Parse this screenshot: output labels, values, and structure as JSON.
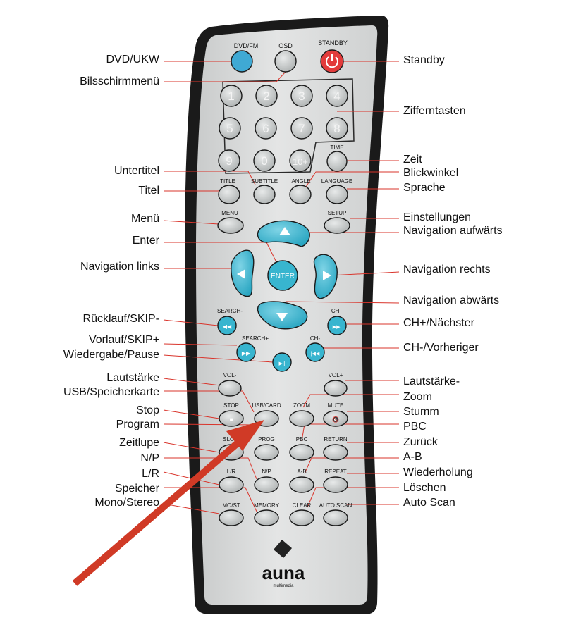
{
  "remote": {
    "brand": "auna",
    "brand_sub": "multimedia",
    "top_labels": {
      "dvd_fm": "DVD/FM",
      "osd": "OSD",
      "standby": "STANDBY"
    },
    "numbers": [
      "1",
      "2",
      "3",
      "4",
      "5",
      "6",
      "7",
      "8",
      "9",
      "0",
      "10+"
    ],
    "button_labels": {
      "time": "TIME",
      "title": "TITLE",
      "subtitle": "SUBTITLE",
      "angle": "ANGLE",
      "language": "LANGUAGE",
      "menu": "MENU",
      "setup": "SETUP",
      "enter": "ENTER",
      "search_minus": "SEARCH-",
      "ch_plus": "CH+",
      "search_plus": "SEARCH+",
      "ch_minus": "CH-",
      "vol_minus": "VOL-",
      "vol_plus": "VOL+",
      "stop": "STOP",
      "usb_card": "USB/CARD",
      "zoom": "ZOOM",
      "mute": "MUTE",
      "slow": "SLOW",
      "prog": "PROG",
      "pbc": "PBC",
      "return": "RETURN",
      "lr": "L/R",
      "np": "N/P",
      "ab": "A-B",
      "repeat": "REPEAT",
      "most": "MO/ST",
      "memory": "MEMORY",
      "clear": "CLEAR",
      "autoscan": "AUTO SCAN"
    }
  },
  "callouts_left": [
    "DVD/UKW",
    "Bilsschirmmenü",
    "Untertitel",
    "Titel",
    "Menü",
    "Enter",
    "Navigation links",
    "Rücklauf/SKIP-",
    "Vorlauf/SKIP+",
    "Wiedergabe/Pause",
    "Lautstärke",
    "USB/Speicherkarte",
    "Stop",
    "Program",
    "Zeitlupe",
    "N/P",
    "L/R",
    "Speicher",
    "Mono/Stereo"
  ],
  "callouts_right": [
    "Standby",
    "Zifferntasten",
    "Zeit",
    "Blickwinkel",
    "Sprache",
    "Einstellungen",
    "Navigation aufwärts",
    "Navigation rechts",
    "Navigation abwärts",
    "CH+/Nächster",
    "CH-/Vorheriger",
    "Lautstärke-",
    "Zoom",
    "Stumm",
    "PBC",
    "Zurück",
    "A-B",
    "Wiederholung",
    "Löschen",
    "Auto Scan"
  ],
  "colors": {
    "remote_body": "#d8dada",
    "remote_frame": "#1a1a1a",
    "nav_buttons": "#38b5cf",
    "standby_button": "#e23b3b",
    "dvd_button": "#3fa9d4",
    "callout_line": "#d9342b",
    "arrow": "#d03a26",
    "button_grey": "#bcc0c0"
  }
}
